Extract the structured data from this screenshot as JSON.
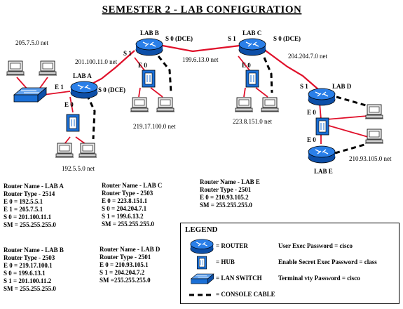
{
  "title": "SEMESTER 2 - LAB CONFIGURATION",
  "labels": {
    "net_205": "205.7.5.0 net",
    "net_201": "201.100.11.0 net",
    "net_199": "199.6.13.0 net",
    "net_204": "204.204.7.0 net",
    "net_219": "219.17.100.0 net",
    "net_223": "223.8.151.0 net",
    "net_192": "192.5.5.0 net",
    "net_210": "210.93.105.0 net",
    "lab_a": "LAB A",
    "lab_b": "LAB B",
    "lab_c": "LAB C",
    "lab_d": "LAB D",
    "lab_e": "LAB E",
    "a_e1": "E 1",
    "a_e0": "E 0",
    "a_s0": "S 0 (DCE)",
    "b_s1": "S 1",
    "b_s0": "S 0 (DCE)",
    "b_e0": "E 0",
    "c_s1": "S 1",
    "c_s0": "S 0 (DCE)",
    "c_e0": "E 0",
    "d_s1": "S 1",
    "d_e0": "E 0",
    "e_e0": "E 0"
  },
  "routers": [
    {
      "lines": [
        "Router Name - LAB A",
        "Router Type - 2514",
        "E 0 = 192.5.5.1",
        "E 1 = 205.7.5.1",
        "S 0 = 201.100.11.1",
        "SM = 255.255.255.0"
      ]
    },
    {
      "lines": [
        "Router Name - LAB C",
        "Router Type - 2503",
        "E 0 = 223.8.151.1",
        "S 0 = 204.204.7.1",
        "S 1 = 199.6.13.2",
        "SM = 255.255.255.0"
      ]
    },
    {
      "lines": [
        "Router Name - LAB E",
        "Router Type - 2501",
        "E 0 = 210.93.105.2",
        "SM = 255.255.255.0"
      ]
    },
    {
      "lines": [
        "Router Name - LAB B",
        "Router Type - 2503",
        "E 0 = 219.17.100.1",
        "S 0 = 199.6.13.1",
        "S 1 = 201.100.11.2",
        "SM = 255.255.255.0"
      ]
    },
    {
      "lines": [
        "Router Name - LAB D",
        "Router Type - 2501",
        "E 0 = 210.93.105.1",
        "S 1 = 204.204.7.2",
        "SM =255.255.255.0"
      ]
    }
  ],
  "legend": {
    "title": "LEGEND",
    "router": "= ROUTER",
    "hub": "= HUB",
    "switch": "= LAN SWITCH",
    "console": "= CONSOLE CABLE",
    "user_pw": "User Exec Password = cisco",
    "secret_pw": "Enable Secret Exec Password = class",
    "vty_pw": "Terminal vty Password = cisco"
  },
  "colors": {
    "router_fill": "#1a6fd6",
    "hub_fill": "#1a6fd6",
    "link": "#e0102a",
    "console": "#000000"
  }
}
